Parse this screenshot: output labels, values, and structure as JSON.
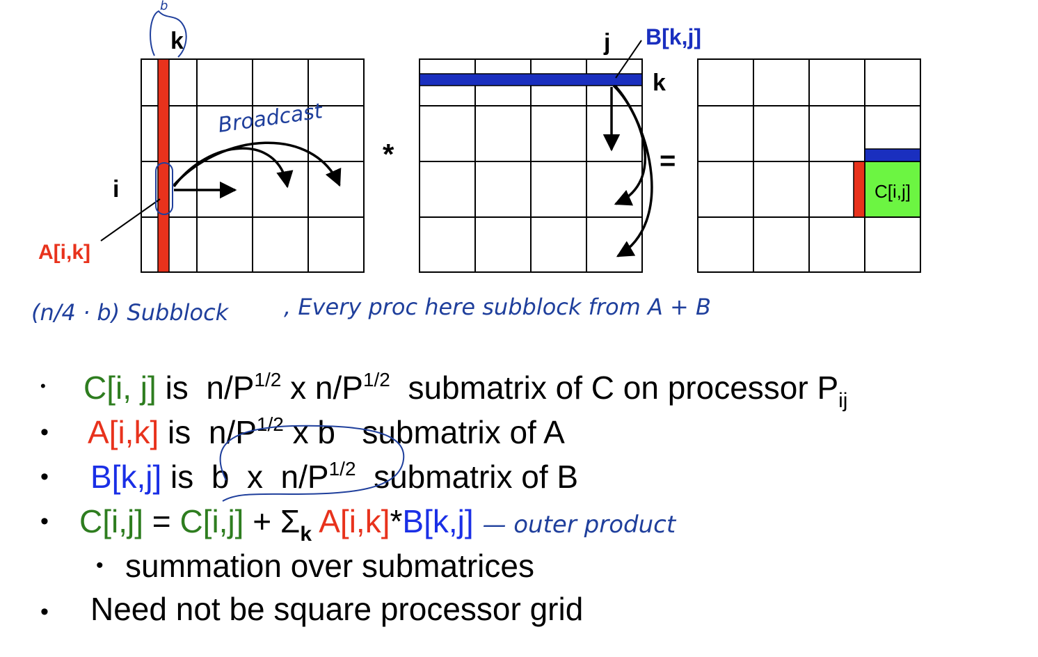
{
  "diagram": {
    "matrix_a": {
      "col_label": "k",
      "row_label": "i",
      "block_label": "A[i,k]",
      "block_color": "#e8321c"
    },
    "operator_mul": "*",
    "matrix_b": {
      "col_label": "j",
      "row_label": "k",
      "block_label": "B[k,j]",
      "block_color": "#1a2fbf"
    },
    "operator_eq": "=",
    "matrix_c": {
      "block_label": "C[i,j]",
      "block_color": "#6cf542"
    },
    "annotations": {
      "b_mark": "b",
      "broadcast": "Broadcast",
      "subblock_note": "(n/4 · b) Subblock",
      "every_proc_note": ", Every proc here subblock from A + B"
    }
  },
  "bullets": {
    "b1": {
      "c": "C[i, j]",
      "is": "is",
      "dim1": "n/P",
      "exp1": "1/2",
      "x": "x",
      "dim2": "n/P",
      "exp2": "1/2",
      "rest": "submatrix of C on processor P",
      "sub": "ij"
    },
    "b2": {
      "a": "A[i,k]",
      "is": "is",
      "dim1": "n/P",
      "exp1": "1/2",
      "x": "x",
      "dim2": "b",
      "rest": "submatrix of A"
    },
    "b3": {
      "b": "B[k,j]",
      "is": "is",
      "dim1": "b",
      "x": "x",
      "dim2": "n/P",
      "exp2": "1/2",
      "rest": "submatrix of B"
    },
    "b4": {
      "c1": "C[i,j]",
      "eq": "=",
      "c2": "C[i,j]",
      "plus": "+ Σ",
      "k": "k",
      "a": "A[i,k]",
      "star": "*",
      "b": "B[k,j]",
      "note": "— outer product"
    },
    "b5": {
      "text": "summation over submatrices"
    },
    "b6": {
      "text": "Need not be square processor grid"
    }
  }
}
